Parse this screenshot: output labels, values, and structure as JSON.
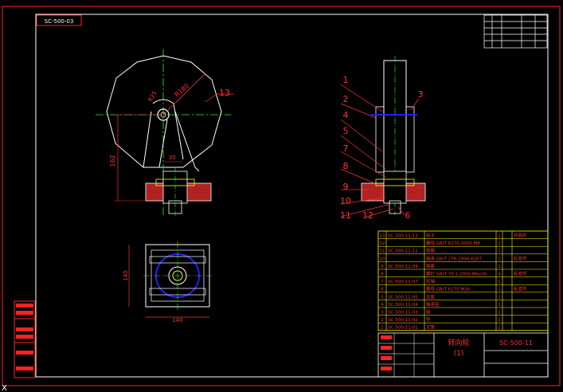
{
  "drawing": {
    "stamp": "SC-500-03",
    "title_cn": "转向轮",
    "title_sub": "(1)",
    "drawing_no": "SC-500-11",
    "dim_radius": "R180",
    "dim_radius_small": "R25",
    "dim_35": "35",
    "dim_height": "162",
    "dim_140_h": "140",
    "dim_140_v": "140",
    "callouts": [
      "1",
      "2",
      "3",
      "4",
      "5",
      "6",
      "7",
      "8",
      "9",
      "10",
      "11",
      "12",
      "13"
    ],
    "corner_mark": "X"
  },
  "bom": {
    "rows": [
      {
        "no": "13",
        "code": "SC-500-11-13",
        "name": "轮子",
        "qty": "1",
        "mat": "",
        "note": "外购件"
      },
      {
        "no": "12",
        "code": "",
        "name": "螺母 GB/T 6170-2000 M8",
        "qty": "1",
        "mat": "",
        "note": ""
      },
      {
        "no": "11",
        "code": "SC-500-11-11",
        "name": "垫圈",
        "qty": "1",
        "mat": "",
        "note": ""
      },
      {
        "no": "10",
        "code": "",
        "name": "轴承 GB/T 276-1994 6207",
        "qty": "2",
        "mat": "",
        "note": "标准件"
      },
      {
        "no": "9",
        "code": "SC-500-11-09",
        "name": "轴套",
        "qty": "1",
        "mat": "",
        "note": ""
      },
      {
        "no": "8",
        "code": "",
        "name": "螺钉 GB/T 70.1-2000 M6x16",
        "qty": "4",
        "mat": "",
        "note": "标准件"
      },
      {
        "no": "7",
        "code": "SC-500-11-07",
        "name": "轮轴",
        "qty": "1",
        "mat": "",
        "note": ""
      },
      {
        "no": "6",
        "code": "",
        "name": "螺母 GB/T 6170 M16",
        "qty": "1",
        "mat": "",
        "note": "标准件"
      },
      {
        "no": "5",
        "code": "SC-500-11-05",
        "name": "支座",
        "qty": "1",
        "mat": "",
        "note": ""
      },
      {
        "no": "4",
        "code": "SC-500-11-04",
        "name": "轴承座",
        "qty": "1",
        "mat": "",
        "note": ""
      },
      {
        "no": "3",
        "code": "SC-500-11-03",
        "name": "轴",
        "qty": "1",
        "mat": "",
        "note": ""
      },
      {
        "no": "2",
        "code": "SC-500-11-02",
        "name": "垫",
        "qty": "1",
        "mat": "",
        "note": ""
      },
      {
        "no": "1",
        "code": "SC-500-11-01",
        "name": "叉架",
        "qty": "1",
        "mat": "",
        "note": ""
      }
    ]
  },
  "side_labels": [
    "",
    "",
    ""
  ]
}
